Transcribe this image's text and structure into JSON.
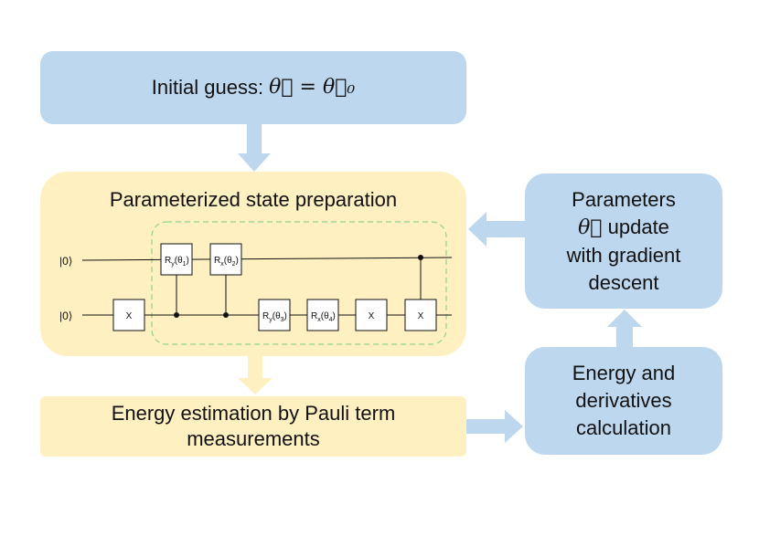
{
  "initial_guess": {
    "label": "Initial guess: ",
    "math": "θ⃗ = θ⃗₀"
  },
  "state_prep": {
    "title": "Parameterized state preparation",
    "qubit0": "|0⟩",
    "qubit1": "|0⟩",
    "gates": {
      "x1": "X",
      "ry1": "R",
      "ry1_sub": "y",
      "ry1_arg": "(θ",
      "ry1_idx": "1",
      "ry1_close": ")",
      "rx2": "R",
      "rx2_sub": "x",
      "rx2_arg": "(θ",
      "rx2_idx": "2",
      "rx2_close": ")",
      "ry3": "R",
      "ry3_sub": "y",
      "ry3_arg": "(θ",
      "ry3_idx": "3",
      "ry3_close": ")",
      "rx4": "R",
      "rx4_sub": "x",
      "rx4_arg": "(θ",
      "rx4_idx": "4",
      "rx4_close": ")",
      "x2": "X",
      "x3": "X"
    }
  },
  "energy_estimation": {
    "line1": "Energy estimation by Pauli term",
    "line2": "measurements"
  },
  "parameters_update": {
    "line1": "Parameters",
    "line2_math": "θ⃗",
    "line2_text": " update",
    "line3": "with gradient",
    "line4": "descent"
  },
  "energy_calculation": {
    "line1": "Energy and",
    "line2": "derivatives",
    "line3": "calculation"
  },
  "colors": {
    "blue_box": "#bdd7ee",
    "yellow_box": "#fff0c1",
    "arrow_blue": "#bdd7ee",
    "arrow_yellow": "#fff0c1",
    "dashed_green": "#8fd18f"
  }
}
